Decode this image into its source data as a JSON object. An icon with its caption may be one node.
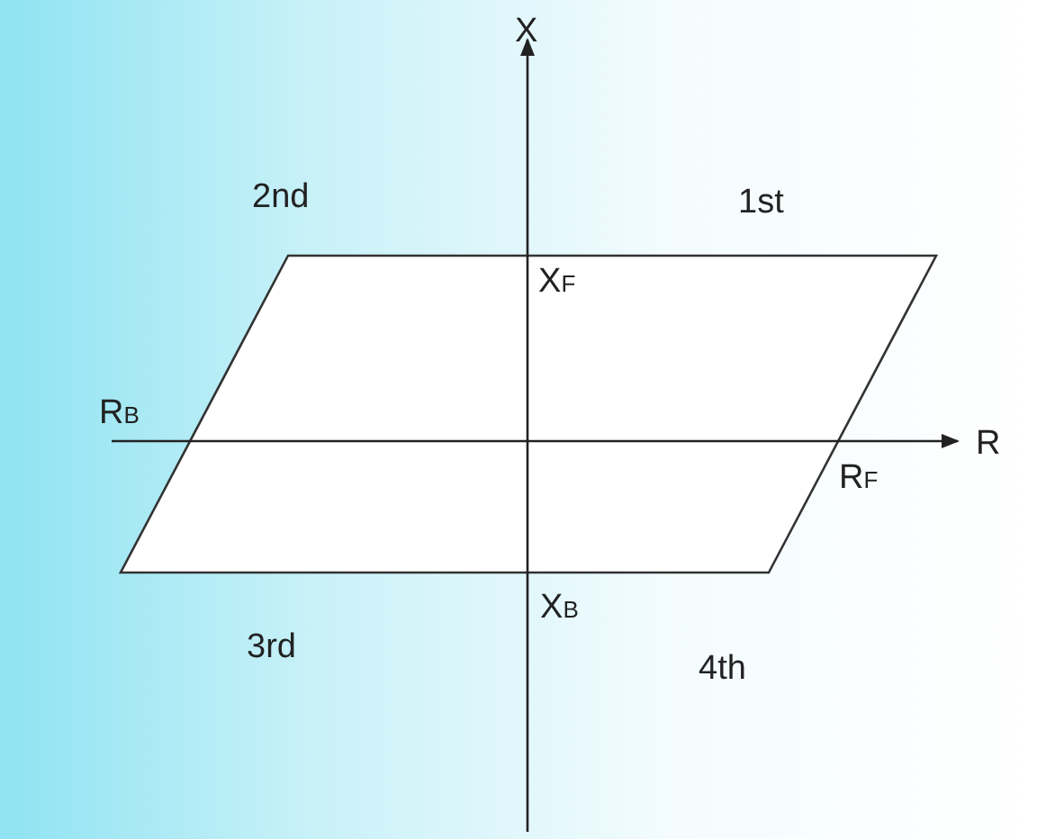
{
  "diagram": {
    "labels": [
      "X",
      "2nd",
      "X$_{F}$",
      "1st",
      "R$_{B}$",
      "R",
      "R$_{F}$",
      "X$_{B}$",
      "3rd",
      "4th"
    ]
  }
}
